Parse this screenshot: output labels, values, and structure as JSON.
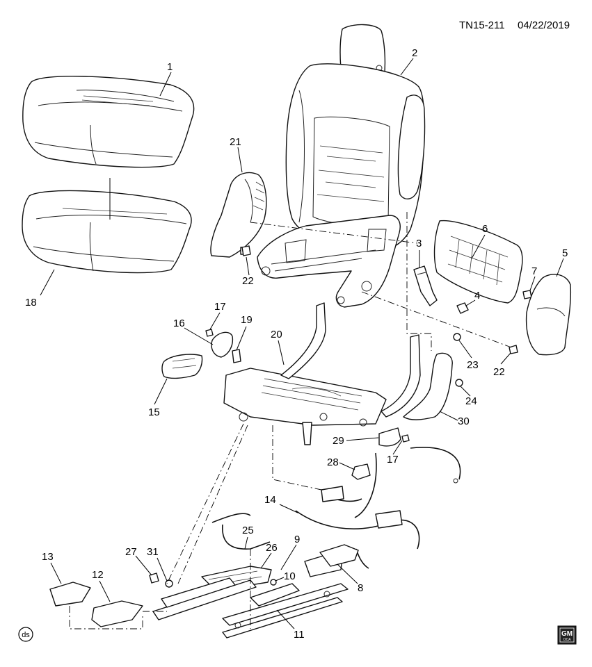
{
  "header": {
    "code": "TN15-211",
    "date": "04/22/2019"
  },
  "callouts": [
    "1",
    "2",
    "3",
    "4",
    "5",
    "6",
    "7",
    "8",
    "9",
    "10",
    "11",
    "12",
    "13",
    "14",
    "15",
    "16",
    "17",
    "17",
    "18",
    "19",
    "20",
    "21",
    "22",
    "22",
    "23",
    "24",
    "25",
    "26",
    "27",
    "28",
    "29",
    "30",
    "31"
  ],
  "corner": {
    "ds": "ds",
    "gm_top": "GM",
    "gm_bottom": "OCA"
  }
}
